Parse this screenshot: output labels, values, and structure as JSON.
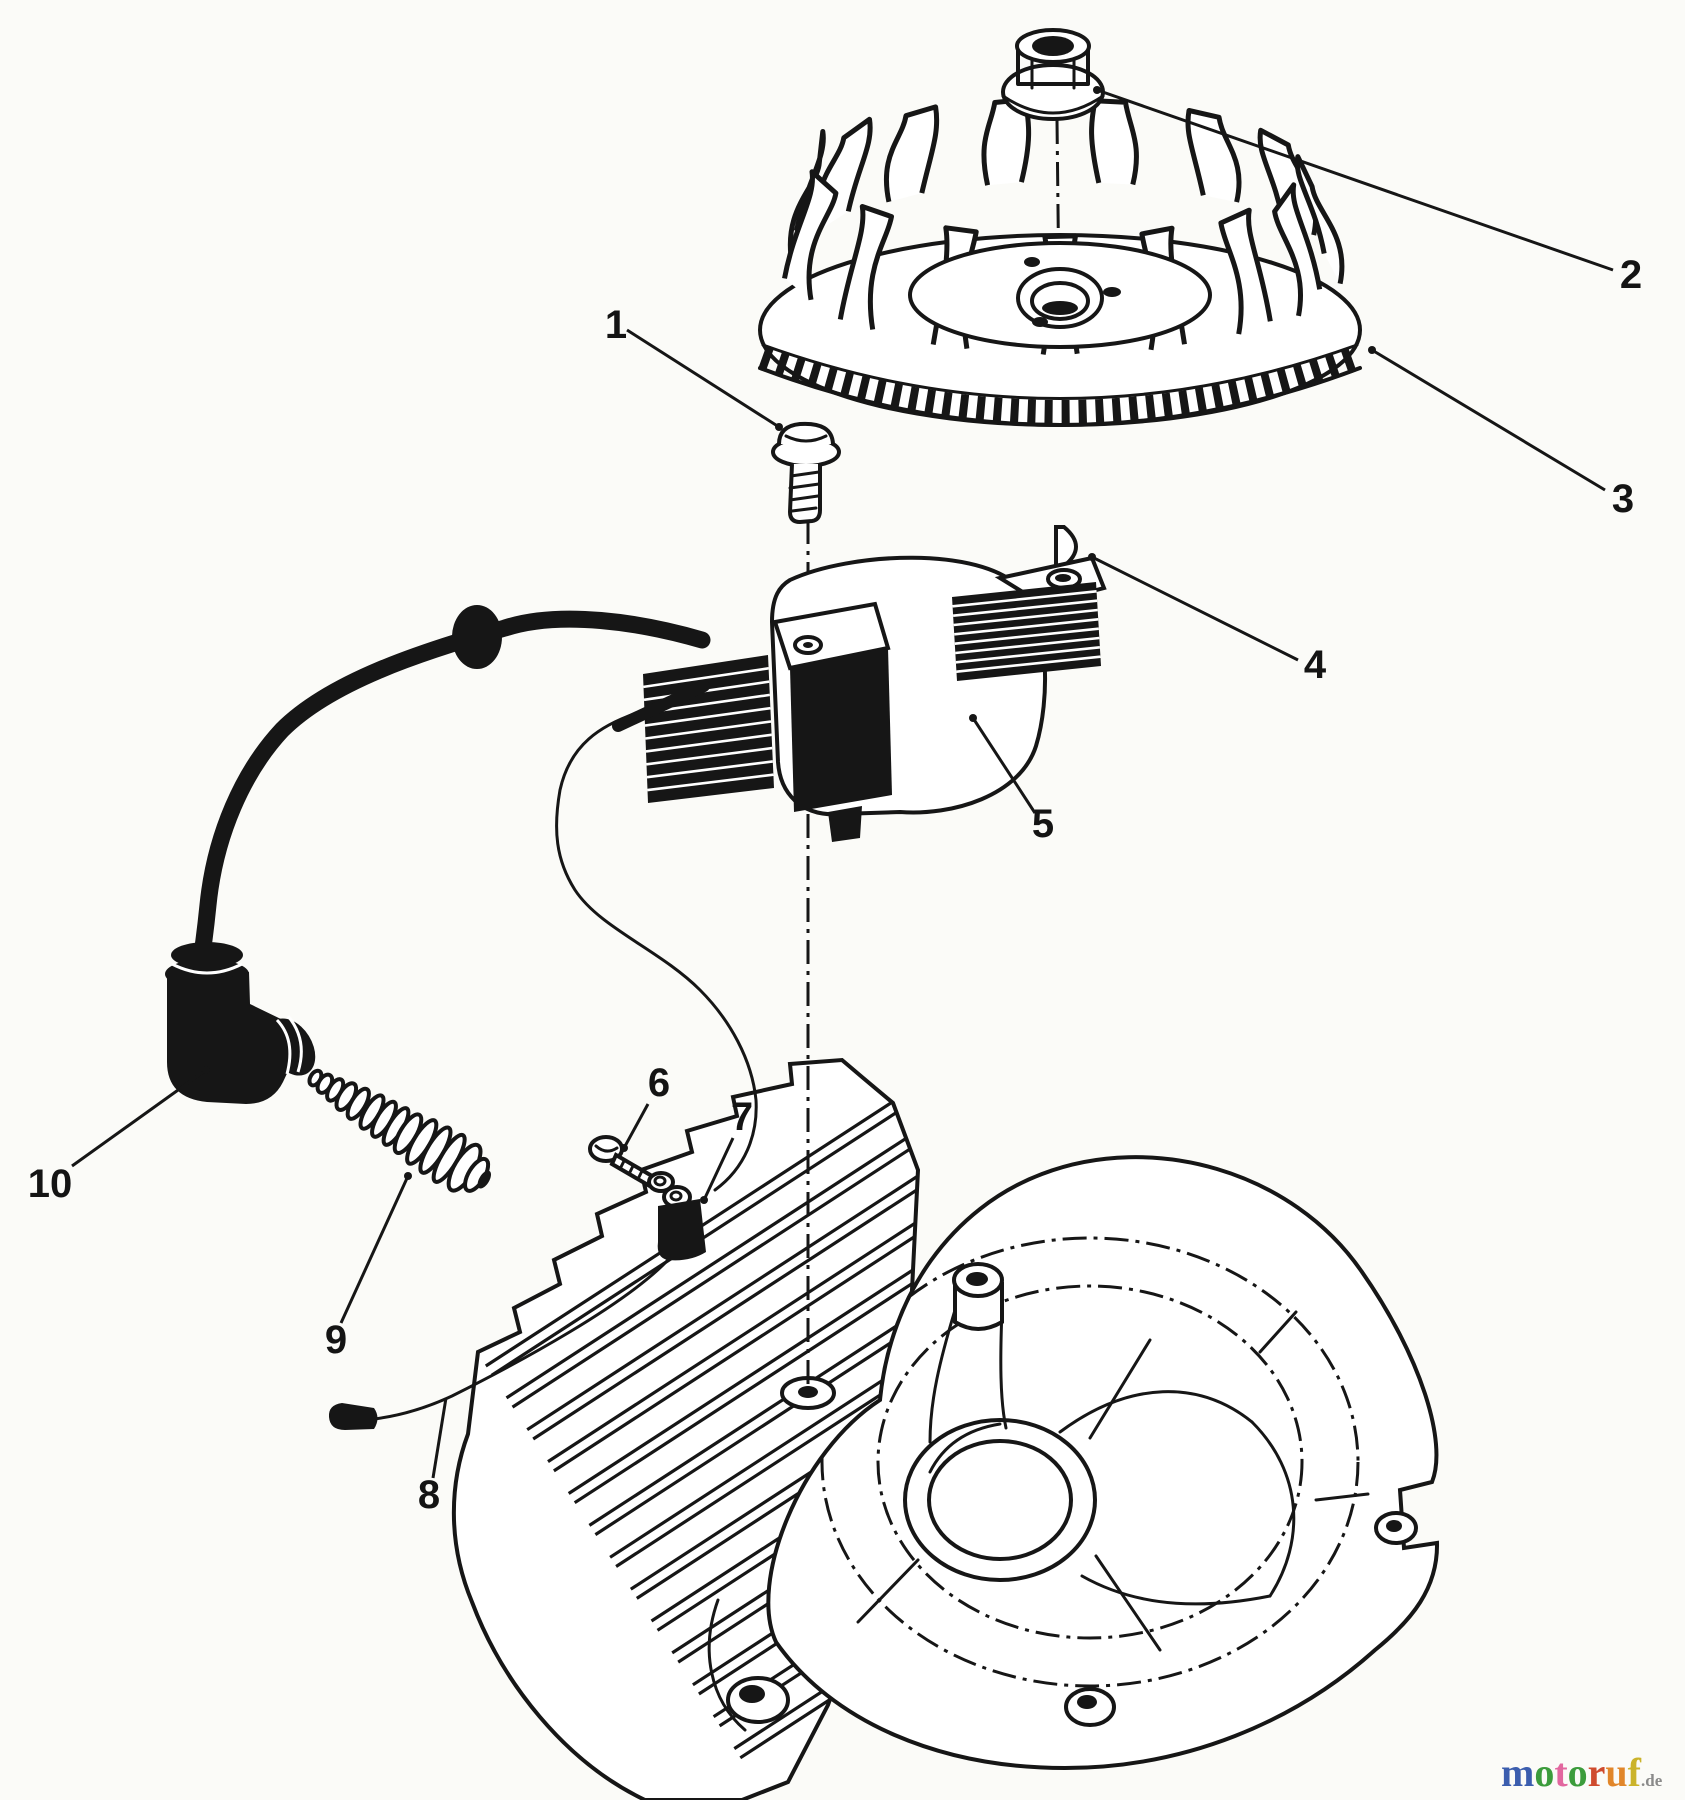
{
  "page": {
    "background": "#fbfbf8",
    "ink_color": "#161616",
    "description_type": "exploded-parts-diagram"
  },
  "diagram": {
    "callouts": [
      {
        "label": "1"
      },
      {
        "label": "2"
      },
      {
        "label": "3"
      },
      {
        "label": "4"
      },
      {
        "label": "5"
      },
      {
        "label": "6"
      },
      {
        "label": "7"
      },
      {
        "label": "8"
      },
      {
        "label": "9"
      },
      {
        "label": "10"
      }
    ]
  },
  "watermark": {
    "letters": [
      {
        "char": "m",
        "color": "#3b5dae"
      },
      {
        "char": "o",
        "color": "#3c9c3c"
      },
      {
        "char": "t",
        "color": "#e2679f"
      },
      {
        "char": "o",
        "color": "#3c9c3c"
      },
      {
        "char": "r",
        "color": "#cf4b2e"
      },
      {
        "char": "u",
        "color": "#e1862a"
      },
      {
        "char": "f",
        "color": "#cbb32b"
      }
    ],
    "suffix": {
      "text": ".de",
      "color": "#8a8a8a"
    }
  }
}
